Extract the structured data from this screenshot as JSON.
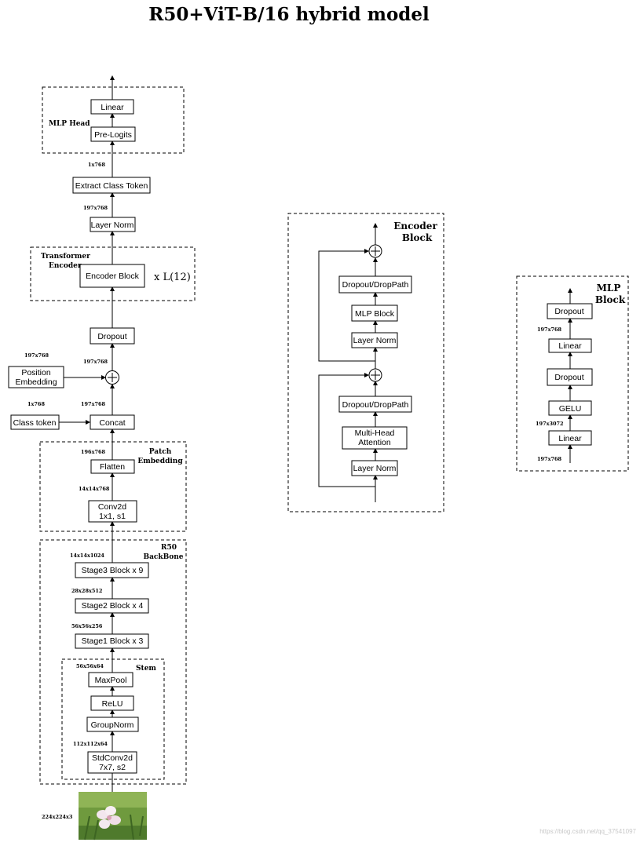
{
  "title": "R50+ViT-B/16 hybrid model",
  "main": {
    "groups": {
      "mlp_head": "MLP Head",
      "transformer_encoder": "Transformer Encoder",
      "patch_embedding": "Patch Embedding",
      "r50_backbone": "R50 BackBone",
      "stem": "Stem"
    },
    "blocks": {
      "linear": "Linear",
      "pre_logits": "Pre-Logits",
      "extract_class_token": "Extract Class Token",
      "layer_norm": "Layer Norm",
      "encoder_block": "Encoder Block",
      "repeat": "x L(12)",
      "dropout": "Dropout",
      "position_embedding": [
        "Position",
        "Embedding"
      ],
      "class_token": "Class token",
      "concat": "Concat",
      "flatten": "Flatten",
      "conv2d": [
        "Conv2d",
        "1x1, s1"
      ],
      "stage3": "Stage3 Block x 9",
      "stage2": "Stage2 Block x 4",
      "stage1": "Stage1 Block x 3",
      "maxpool": "MaxPool",
      "relu": "ReLU",
      "groupnorm": "GroupNorm",
      "stdconv2d": [
        "StdConv2d",
        "7x7, s2"
      ]
    },
    "dims": {
      "after_prelogits": "1x768",
      "after_layernorm": "197x768",
      "pos_embed": "197x768",
      "after_add": "197x768",
      "class_token": "1x768",
      "after_concat": "197x768",
      "after_flatten": "196x768",
      "after_conv": "14x14x768",
      "after_stage3": "14x14x1024",
      "after_stage2": "28x28x512",
      "after_stage1": "56x56x256",
      "after_maxpool": "56x56x64",
      "after_stdconv": "112x112x64",
      "input": "224x224x3"
    }
  },
  "encoder_block": {
    "title": [
      "Encoder",
      "Block"
    ],
    "dropout_top": "Dropout/DropPath",
    "mlp_block": "MLP Block",
    "layer_norm_top": "Layer Norm",
    "dropout_bottom": "Dropout/DropPath",
    "mha": [
      "Multi-Head",
      "Attention"
    ],
    "layer_norm_bottom": "Layer Norm"
  },
  "mlp_block": {
    "title": [
      "MLP",
      "Block"
    ],
    "dropout_top": "Dropout",
    "linear_top": "Linear",
    "dropout_mid": "Dropout",
    "gelu": "GELU",
    "linear_bottom": "Linear",
    "dim_out": "197x768",
    "dim_hidden": "197x3072",
    "dim_in": "197x768"
  },
  "watermark": "https://blog.csdn.net/qq_37541097"
}
